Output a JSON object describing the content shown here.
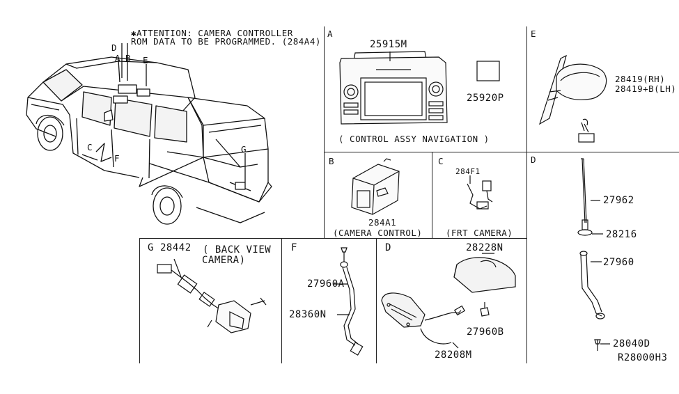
{
  "attention": {
    "line1": "✱ATTENTION: CAMERA CONTROLLER",
    "line2": "ROM DATA TO BE PROGRAMMED. (284A4)"
  },
  "vehicle_callouts": {
    "a": "A",
    "b": "B",
    "c": "C",
    "d": "D",
    "e": "E",
    "f": "F",
    "g": "G"
  },
  "section_a": {
    "letter": "A",
    "part_unit": "25915M",
    "part_chip": "25920P",
    "caption": "( CONTROL ASSY NAVIGATION )"
  },
  "section_e": {
    "letter": "E",
    "part_rh": "28419(RH)",
    "part_lh": "28419+B(LH)"
  },
  "section_b": {
    "letter": "B",
    "part": "284A1",
    "caption": "(CAMERA CONTROL)"
  },
  "section_c": {
    "letter": "C",
    "part": "284F1",
    "caption": "(FRT CAMERA)"
  },
  "section_d_right": {
    "letter": "D",
    "part_rod": "27962",
    "part_nut": "28216",
    "part_base": "27960",
    "part_bolt": "28040D"
  },
  "section_g": {
    "letter": "G",
    "part": "28442",
    "caption1": "( BACK VIEW",
    "caption2": "CAMERA)"
  },
  "section_f": {
    "letter": "F",
    "part_bolt": "27960A",
    "part_cable": "28360N"
  },
  "section_d_bottom": {
    "letter": "D",
    "part_cover": "28228N",
    "part_nut": "27960B",
    "part_cable": "28208M"
  },
  "diagram_code": "R28000H3"
}
